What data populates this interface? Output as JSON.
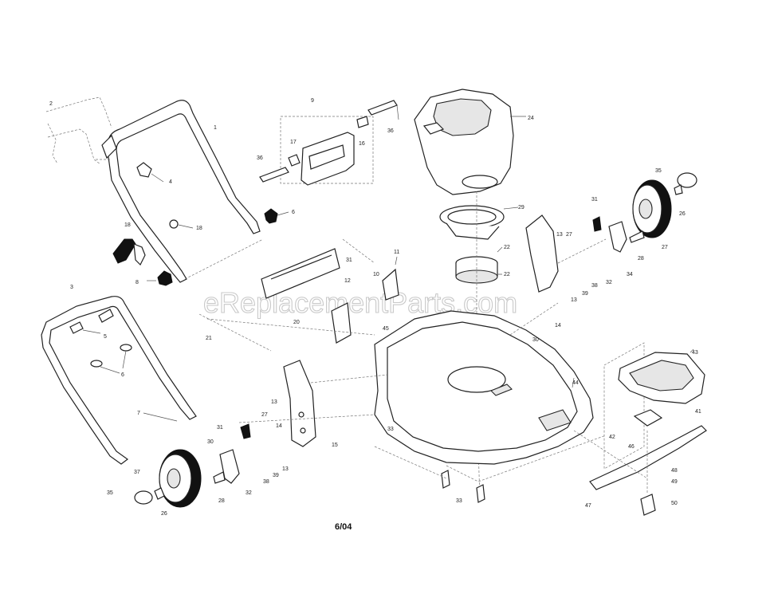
{
  "labels": [
    {
      "id": "2",
      "text": "2"
    },
    {
      "id": "1",
      "text": "1"
    },
    {
      "id": "4",
      "text": "4"
    },
    {
      "id": "9",
      "text": "9"
    },
    {
      "id": "17",
      "text": "17"
    },
    {
      "id": "16",
      "text": "16"
    },
    {
      "id": "36a",
      "text": "36"
    },
    {
      "id": "36b",
      "text": "36"
    },
    {
      "id": "24",
      "text": "24"
    },
    {
      "id": "6a",
      "text": "6"
    },
    {
      "id": "18a",
      "text": "18"
    },
    {
      "id": "18b",
      "text": "18"
    },
    {
      "id": "8",
      "text": "8"
    },
    {
      "id": "31a",
      "text": "31"
    },
    {
      "id": "12",
      "text": "12"
    },
    {
      "id": "11",
      "text": "11"
    },
    {
      "id": "10",
      "text": "10"
    },
    {
      "id": "29",
      "text": "29"
    },
    {
      "id": "22a",
      "text": "22"
    },
    {
      "id": "22b",
      "text": "22"
    },
    {
      "id": "35a",
      "text": "35"
    },
    {
      "id": "26a",
      "text": "26"
    },
    {
      "id": "27a",
      "text": "27"
    },
    {
      "id": "31b",
      "text": "31"
    },
    {
      "id": "13a",
      "text": "13"
    },
    {
      "id": "27b",
      "text": "27"
    },
    {
      "id": "28a",
      "text": "28"
    },
    {
      "id": "32a",
      "text": "32"
    },
    {
      "id": "34",
      "text": "34"
    },
    {
      "id": "38a",
      "text": "38"
    },
    {
      "id": "39a",
      "text": "39"
    },
    {
      "id": "13b",
      "text": "13"
    },
    {
      "id": "14a",
      "text": "14"
    },
    {
      "id": "3",
      "text": "3"
    },
    {
      "id": "5",
      "text": "5"
    },
    {
      "id": "6b",
      "text": "6"
    },
    {
      "id": "20",
      "text": "20"
    },
    {
      "id": "21",
      "text": "21"
    },
    {
      "id": "45",
      "text": "45"
    },
    {
      "id": "30",
      "text": "30"
    },
    {
      "id": "43",
      "text": "43"
    },
    {
      "id": "44",
      "text": "44"
    },
    {
      "id": "7",
      "text": "7"
    },
    {
      "id": "13c",
      "text": "13"
    },
    {
      "id": "27c",
      "text": "27"
    },
    {
      "id": "15",
      "text": "15"
    },
    {
      "id": "33a",
      "text": "33"
    },
    {
      "id": "42",
      "text": "42"
    },
    {
      "id": "46",
      "text": "46"
    },
    {
      "id": "41",
      "text": "41"
    },
    {
      "id": "31c",
      "text": "31"
    },
    {
      "id": "30b",
      "text": "30"
    },
    {
      "id": "14b",
      "text": "14"
    },
    {
      "id": "38b",
      "text": "38"
    },
    {
      "id": "39b",
      "text": "39"
    },
    {
      "id": "13d",
      "text": "13"
    },
    {
      "id": "37",
      "text": "37"
    },
    {
      "id": "28b",
      "text": "28"
    },
    {
      "id": "32b",
      "text": "32"
    },
    {
      "id": "35b",
      "text": "35"
    },
    {
      "id": "26b",
      "text": "26"
    },
    {
      "id": "33b",
      "text": "33"
    },
    {
      "id": "47",
      "text": "47"
    },
    {
      "id": "48",
      "text": "48"
    },
    {
      "id": "49",
      "text": "49"
    },
    {
      "id": "50",
      "text": "50"
    }
  ],
  "date_code": "6/04",
  "watermark": "eReplacementParts.com"
}
